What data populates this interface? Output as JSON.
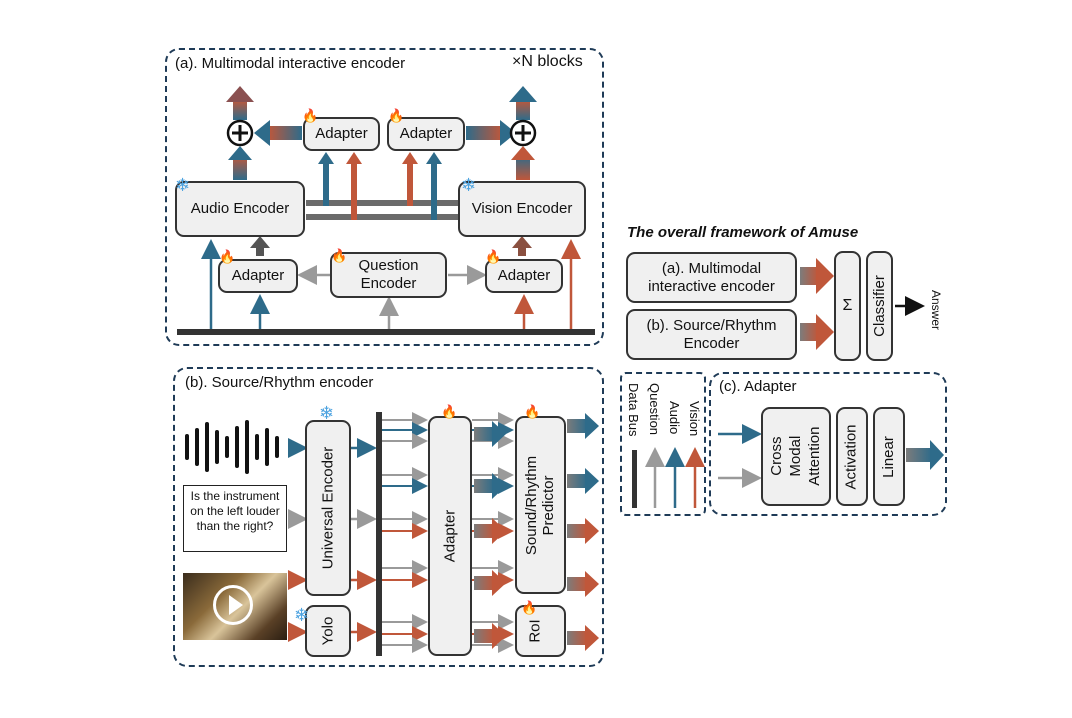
{
  "overall_title": "The overall framework of Amuse",
  "panel_a": {
    "title": "(a). Multimodal interactive encoder",
    "blocks_label": "×N blocks",
    "audio_encoder": "Audio Encoder",
    "vision_encoder": "Vision Encoder",
    "question_encoder": "Question Encoder",
    "adapter": "Adapter",
    "plus": "+"
  },
  "panel_b": {
    "title": "(b). Source/Rhythm encoder",
    "question_text": "Is the instrument on the left louder than the right?",
    "universal_encoder": "Universal Encoder",
    "yolo": "Yolo",
    "adapter": "Adapter",
    "predictor": "Sound/Rhythm Predictor",
    "roi": "RoI"
  },
  "overall": {
    "box_a": "(a). Multimodal interactive encoder",
    "box_b": "(b). Source/Rhythm Encoder",
    "sum": "Σ",
    "classifier": "Classifier",
    "answer": "Answer"
  },
  "legend": {
    "data_bus": "Data Bus",
    "question": "Question",
    "audio": "Audio",
    "vision": "Vision"
  },
  "panel_c": {
    "title": "(c). Adapter",
    "cross_modal_attention": "Cross Modal Attention",
    "activation": "Activation",
    "linear": "Linear"
  },
  "colors": {
    "audio": "#2e6b8a",
    "vision": "#c0573a",
    "question": "#9a9a9a",
    "bus": "#333333",
    "border": "#1f3b57"
  }
}
